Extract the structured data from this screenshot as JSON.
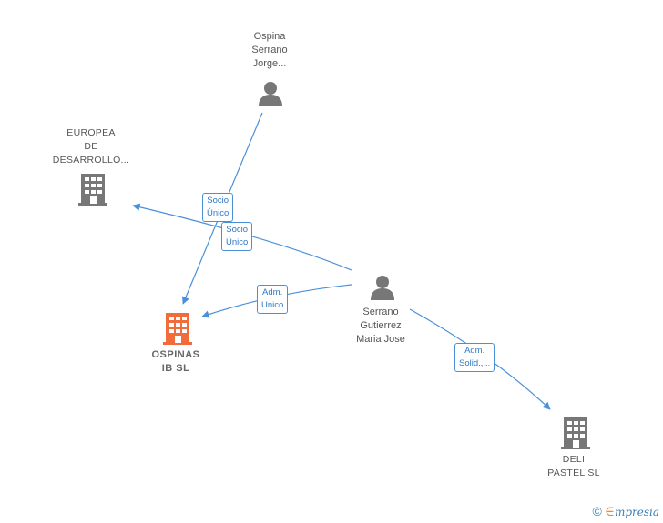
{
  "nodes": {
    "ospina_jorge": {
      "label": "Ospina\nSerrano\nJorge..."
    },
    "europea": {
      "label": "EUROPEA\nDE\nDESARROLLO..."
    },
    "ospinas_ib": {
      "label": "OSPINAS\nIB  SL"
    },
    "serrano_maria": {
      "label": "Serrano\nGutierrez\nMaria Jose"
    },
    "deli_pastel": {
      "label": "DELI\nPASTEL  SL"
    }
  },
  "edges": {
    "jorge_to_ospinas": {
      "label": "Socio\nÚnico"
    },
    "maria_to_europea": {
      "label": "Socio\nÚnico"
    },
    "maria_to_ospinas": {
      "label": "Adm.\nUnico"
    },
    "maria_to_deli": {
      "label": "Adm.\nSolid.,..."
    }
  },
  "colors": {
    "edge": "#4a90d9",
    "person_icon": "#777777",
    "company_icon": "#777777",
    "highlight_company": "#f26b3a"
  },
  "footer": {
    "copyright_symbol": "©",
    "brand_initial": "∈",
    "brand_rest": "mpresia"
  }
}
